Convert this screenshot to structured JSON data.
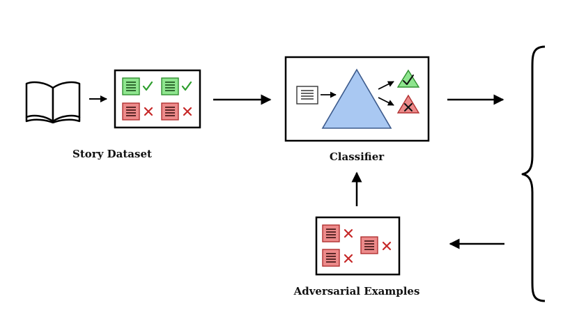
{
  "labels": {
    "story_dataset": "Story Dataset",
    "classifier": "Classifier",
    "adversarial_examples": "Adversarial Examples"
  },
  "colors": {
    "green_fill": "#8ee58e",
    "green_stroke": "#2f8f2f",
    "red_fill": "#ec8a8a",
    "red_stroke": "#b03030",
    "check_color": "#2e9e2e",
    "cross_color": "#c62828",
    "triangle_fill": "#a9c8f2",
    "triangle_stroke": "#3c5a8c",
    "line": "#000000"
  },
  "icons": {
    "book": "open-book-icon",
    "document": "document-icon",
    "check": "checkmark-icon",
    "cross": "cross-icon",
    "triangle": "triangle-classifier-icon",
    "brace": "curly-brace"
  }
}
